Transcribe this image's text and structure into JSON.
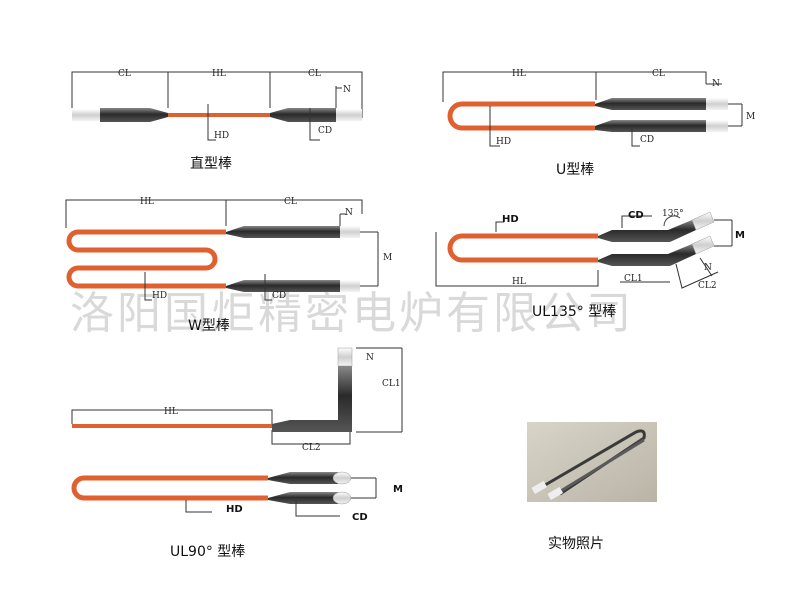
{
  "watermark": "洛阳国炬精密电炉有限公司",
  "colors": {
    "hot": "#e06030",
    "hot_dark": "#b8401c",
    "cold": "#444444",
    "tip": "#e8e8e8"
  },
  "diagrams": {
    "straight": {
      "caption": "直型棒",
      "labels": {
        "cl_left": "CL",
        "hl": "HL",
        "cl_right": "CL",
        "n": "N",
        "hd": "HD",
        "cd": "CD"
      }
    },
    "u": {
      "caption": "U型棒",
      "labels": {
        "hl": "HL",
        "cl": "CL",
        "n": "N",
        "m": "M",
        "hd": "HD",
        "cd": "CD"
      }
    },
    "w": {
      "caption": "W型棒",
      "labels": {
        "hl": "HL",
        "cl": "CL",
        "n": "N",
        "m": "M",
        "hd": "HD",
        "cd": "CD"
      }
    },
    "ul135": {
      "caption": "UL135° 型棒",
      "labels": {
        "hd": "HD",
        "cd": "CD",
        "angle": "135°",
        "m": "M",
        "hl": "HL",
        "cl1": "CL1",
        "n": "N",
        "cl2": "CL2"
      }
    },
    "ul90_top": {
      "labels": {
        "n": "N",
        "cl1": "CL1",
        "hl": "HL",
        "cl2": "CL2"
      }
    },
    "ul90_bottom": {
      "caption": "UL90° 型棒",
      "labels": {
        "m": "M",
        "hd": "HD",
        "cd": "CD"
      }
    },
    "photo": {
      "caption": "实物照片"
    }
  }
}
